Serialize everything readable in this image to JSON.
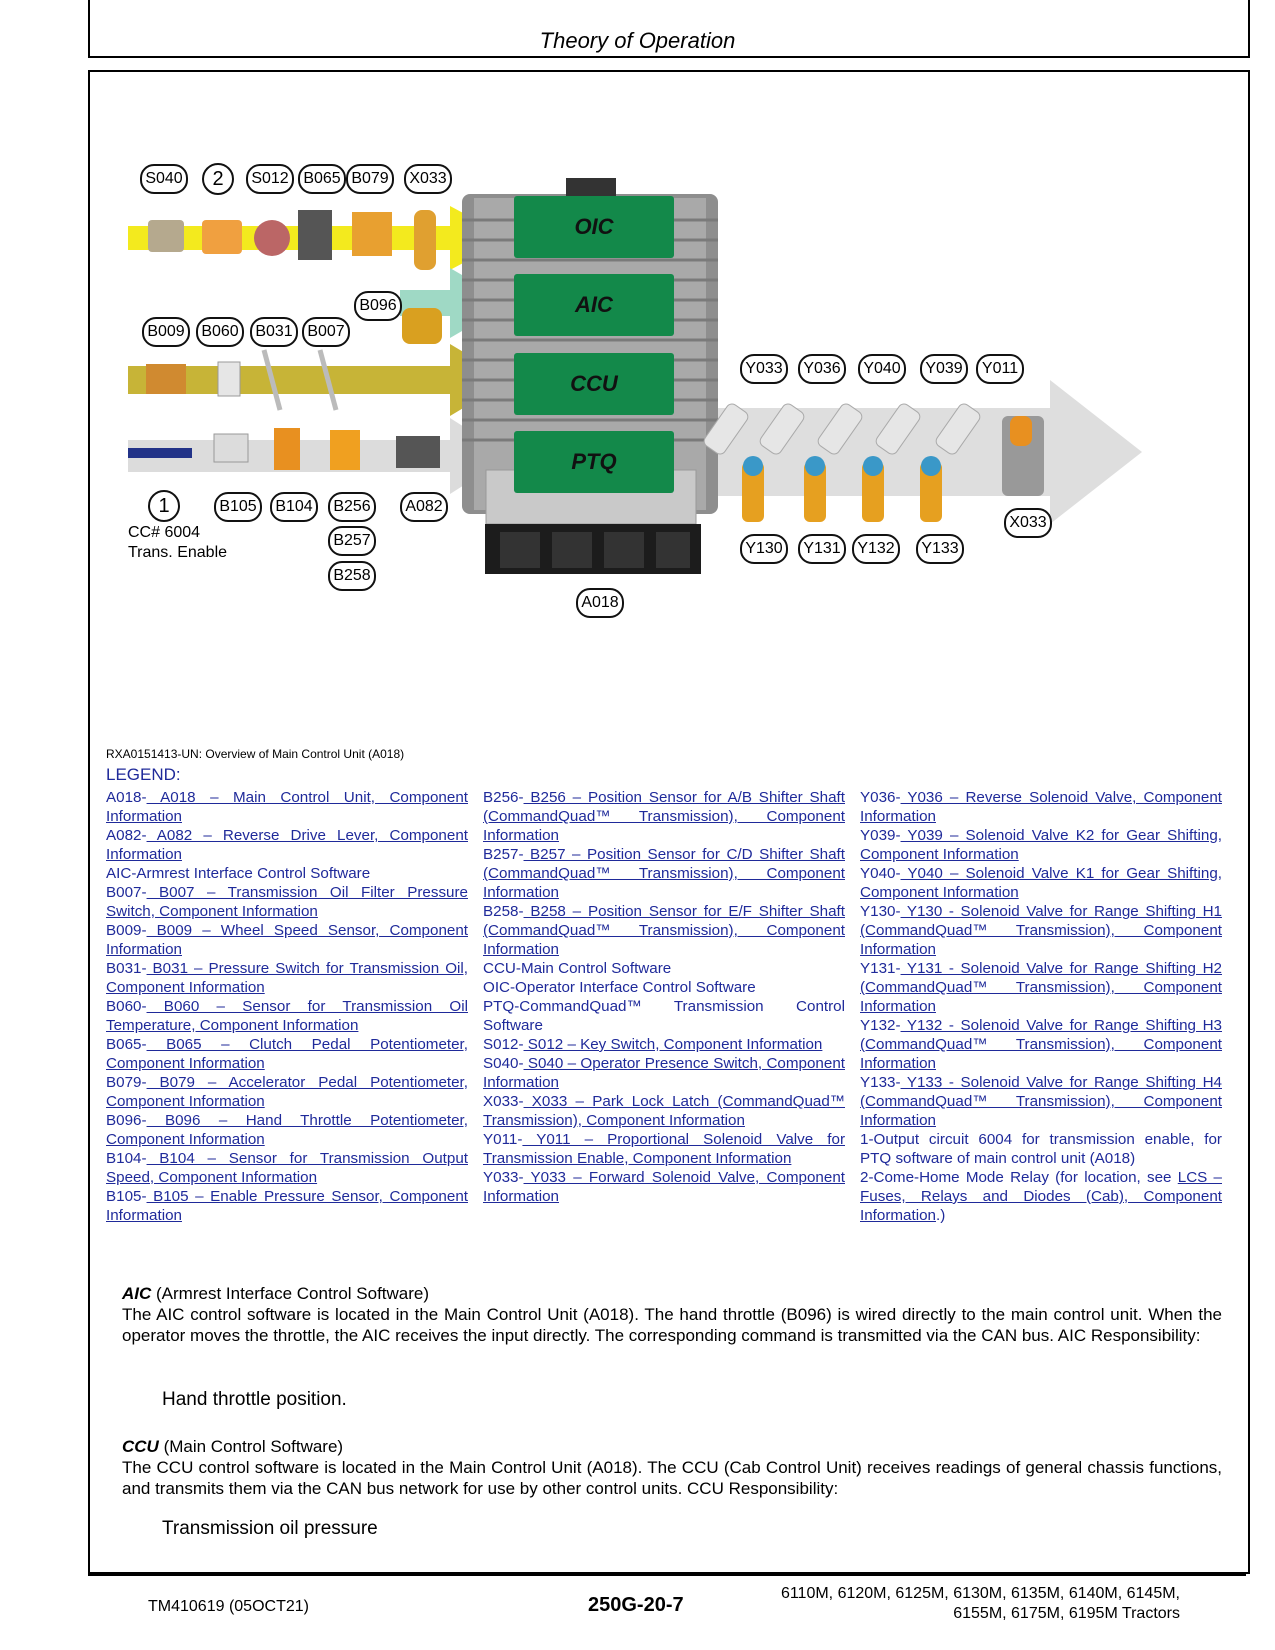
{
  "header": {
    "title": "Theory of Operation"
  },
  "diagram": {
    "top_tags": [
      "S040",
      "2",
      "S012",
      "B065",
      "B079",
      "X033"
    ],
    "b096_tag": "B096",
    "row3_tags": [
      "B009",
      "B060",
      "B031",
      "B007"
    ],
    "bottom_left_tags": [
      "1",
      "B105",
      "B104",
      "B256",
      "A082"
    ],
    "b257_tag": "B257",
    "b258_tag": "B258",
    "cc_note_line1": "CC# 6004",
    "cc_note_line2": "Trans. Enable",
    "ecu_labels": [
      "OIC",
      "AIC",
      "CCU",
      "PTQ"
    ],
    "a018_tag": "A018",
    "output_top_tags": [
      "Y033",
      "Y036",
      "Y040",
      "Y039",
      "Y011"
    ],
    "output_bottom_tags": [
      "Y130",
      "Y131",
      "Y132",
      "Y133"
    ],
    "x033_right_tag": "X033",
    "colors": {
      "yellow": "#f3ea1e",
      "teal": "#9fd9c5",
      "olive": "#c7b437",
      "grey": "#d9d9d9",
      "ecu_green": "#13894a"
    }
  },
  "caption": "RXA0151413-UN: Overview of Main Control Unit (A018)",
  "legend_title": "LEGEND:",
  "legend": {
    "col1": [
      {
        "code": "A018-",
        "text": " A018 – Main Control Unit, Component Information"
      },
      {
        "code": "A082-",
        "text": " A082 – Reverse Drive Lever, Component Information"
      },
      {
        "code": "AIC-Armrest Interface Control Software",
        "text": ""
      },
      {
        "code": "B007-",
        "text": " B007 – Transmission Oil Filter Pressure Switch, Component Information"
      },
      {
        "code": "B009-",
        "text": " B009 – Wheel Speed Sensor, Component Information"
      },
      {
        "code": "B031-",
        "text": " B031 – Pressure Switch for Transmission Oil, Component Information"
      },
      {
        "code": "B060-",
        "text": " B060 – Sensor for Transmission Oil Temperature, Component Information"
      },
      {
        "code": "B065-",
        "text": " B065 – Clutch Pedal Potentiometer, Component Information"
      },
      {
        "code": "B079-",
        "text": " B079 – Accelerator Pedal Potentiometer, Component Information"
      },
      {
        "code": "B096-",
        "text": " B096 – Hand Throttle Potentiometer, Component Information"
      },
      {
        "code": "B104-",
        "text": " B104 – Sensor for Transmission Output Speed, Component Information"
      },
      {
        "code": "B105-",
        "text": " B105 – Enable Pressure Sensor, Component Information"
      }
    ],
    "col2": [
      {
        "code": "B256-",
        "text": " B256 – Position Sensor for A/B Shifter Shaft (CommandQuad™ Transmission), Component Information"
      },
      {
        "code": "B257-",
        "text": " B257 – Position Sensor for C/D Shifter Shaft (CommandQuad™ Transmission), Component Information"
      },
      {
        "code": "B258-",
        "text": " B258 – Position Sensor for E/F Shifter Shaft (CommandQuad™ Transmission), Component Information"
      },
      {
        "code": "CCU-Main Control Software",
        "text": ""
      },
      {
        "code": "OIC-Operator Interface Control Software",
        "text": ""
      },
      {
        "code": "PTQ-CommandQuad™ Transmission Control Software",
        "text": ""
      },
      {
        "code": "S012-",
        "text": " S012 – Key Switch, Component Information"
      },
      {
        "code": "S040-",
        "text": " S040 – Operator Presence Switch, Component Information"
      },
      {
        "code": "X033-",
        "text": " X033 – Park Lock Latch (CommandQuad™ Transmission), Component Information"
      },
      {
        "code": "Y011-",
        "text": " Y011 – Proportional Solenoid Valve for Transmission Enable, Component Information"
      },
      {
        "code": "Y033-",
        "text": " Y033 – Forward Solenoid Valve, Component Information"
      }
    ],
    "col3": [
      {
        "code": "Y036-",
        "text": " Y036 – Reverse Solenoid Valve, Component Information"
      },
      {
        "code": "Y039-",
        "text": " Y039 – Solenoid Valve K2 for Gear Shifting, Component Information"
      },
      {
        "code": "Y040-",
        "text": " Y040 – Solenoid Valve K1 for Gear Shifting, Component Information"
      },
      {
        "code": "Y130-",
        "text": " Y130 - Solenoid Valve for Range Shifting H1 (CommandQuad™ Transmission), Component Information"
      },
      {
        "code": "Y131-",
        "text": " Y131 - Solenoid Valve for Range Shifting H2 (CommandQuad™ Transmission), Component Information"
      },
      {
        "code": "Y132-",
        "text": " Y132 - Solenoid Valve for Range Shifting H3 (CommandQuad™ Transmission), Component Information"
      },
      {
        "code": "Y133-",
        "text": " Y133 - Solenoid Valve for Range Shifting H4 (CommandQuad™ Transmission), Component Information"
      },
      {
        "code": "1-Output circuit 6004 for transmission enable, for PTQ software of main control unit (A018)",
        "text": ""
      },
      {
        "code": "2-Come-Home Mode Relay (for location, see ",
        "text": "LCS – Fuses, Relays and Diodes (Cab), Component Information",
        "tail": ".)"
      }
    ]
  },
  "aic": {
    "heading": "AIC",
    "heading_rest": " (Armrest Interface Control Software)",
    "body": "The AIC control software is located in the Main Control Unit (A018). The hand throttle (B096) is wired directly to the main control unit. When the operator moves the throttle, the AIC receives the input directly. The corresponding command is transmitted via the CAN bus. AIC Responsibility:",
    "item": "Hand throttle position."
  },
  "ccu": {
    "heading": "CCU",
    "heading_rest": " (Main Control Software)",
    "body": "The CCU control software is located in the Main Control Unit (A018). The CCU (Cab Control Unit) receives readings of general chassis functions, and transmits them via the CAN bus network for use by other control units. CCU Responsibility:",
    "item": "Transmission oil pressure"
  },
  "footer": {
    "left": "TM410619 (05OCT21)",
    "center": "250G-20-7",
    "right_line1": "6110M, 6120M, 6125M, 6130M, 6135M, 6140M, 6145M,",
    "right_line2": "6155M, 6175M, 6195M Tractors"
  }
}
